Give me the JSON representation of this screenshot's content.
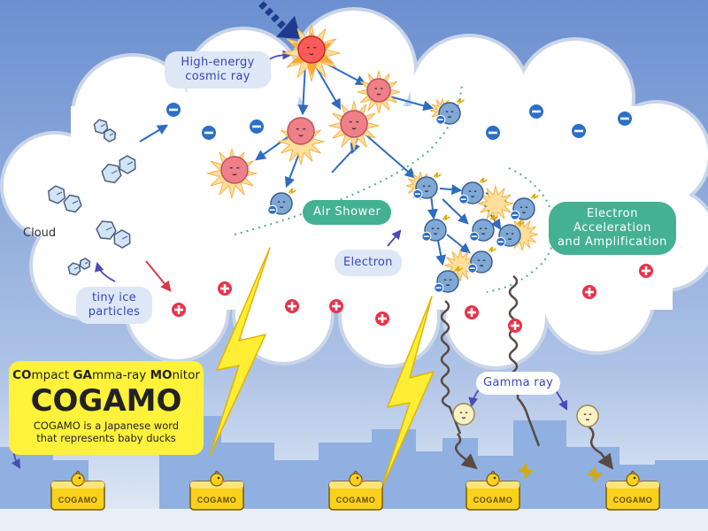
{
  "labels": {
    "cosmic_ray": [
      "High-energy",
      "cosmic ray"
    ],
    "air_shower": "Air Shower",
    "electron": "Electron",
    "electron_acceleration": [
      "Electron",
      "Acceleration",
      "and Amplification"
    ],
    "cloud": "Cloud",
    "tiny_ice": [
      "tiny ice",
      "particles"
    ],
    "gamma_ray": "Gamma ray"
  },
  "info_box": {
    "title_parts": [
      {
        "text": "CO",
        "bold": true
      },
      {
        "text": "mpact ",
        "bold": false
      },
      {
        "text": "GA",
        "bold": true
      },
      {
        "text": "mma-ray ",
        "bold": false
      },
      {
        "text": "MO",
        "bold": true
      },
      {
        "text": "nitor",
        "bold": false
      }
    ],
    "name": "COGAMO",
    "desc": [
      "COGAMO is a Japanese word",
      "that represents baby ducks"
    ]
  },
  "detector_label": "COGAMO",
  "colors": {
    "sky_top": "#6b8fd0",
    "sky_bottom": "#e6edf8",
    "cloud": "#ffffff",
    "cloud_outline": "#c9d5e8",
    "buildings": "#8fb0e0",
    "lightning": "#ffee33",
    "proton": "#ef7f88",
    "electron": "#7fa8d6",
    "negative_charge": "#2c6fc7",
    "positive_charge": "#e8334a",
    "label_green": "#44b193",
    "label_text": "#3b46b8",
    "info_yellow": "#fff23a",
    "detector_body": "#f9d11d"
  }
}
